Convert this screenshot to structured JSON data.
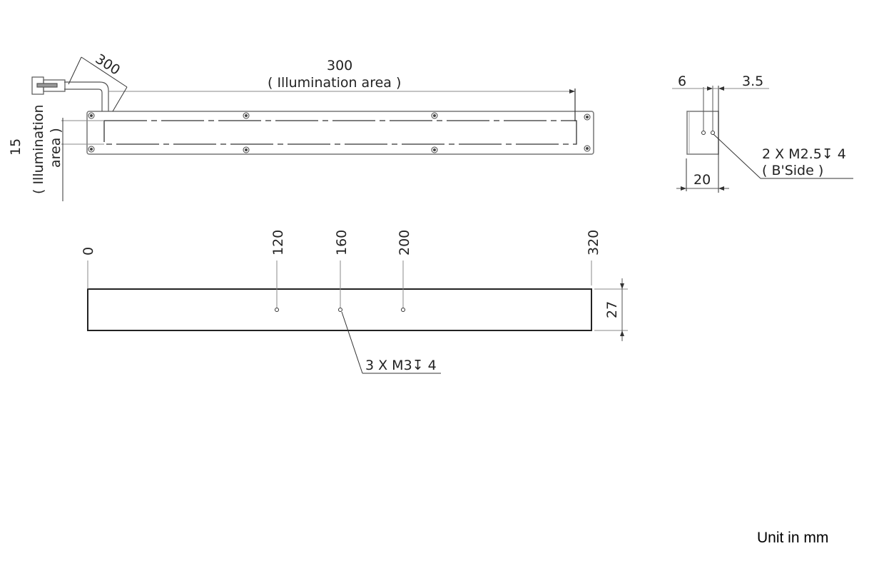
{
  "top_view": {
    "cable_length_label": "300",
    "illumination_length_label": "300",
    "illumination_length_caption": "( Illumination area )",
    "illumination_width_label": "15",
    "illumination_width_caption_1": "( Illumination",
    "illumination_width_caption_2": "area )"
  },
  "side_view": {
    "dim_left_label": "6",
    "dim_right_label": "3.5",
    "dim_width_label": "20",
    "hole_callout": "2 X M2.5↧ 4",
    "hole_callout_line2": "( B'Side )"
  },
  "bottom_view": {
    "positions": [
      "0",
      "120",
      "160",
      "200",
      "320"
    ],
    "height_label": "27",
    "hole_callout": "3 X M3↧ 4"
  },
  "unit_label": "Unit in mm"
}
